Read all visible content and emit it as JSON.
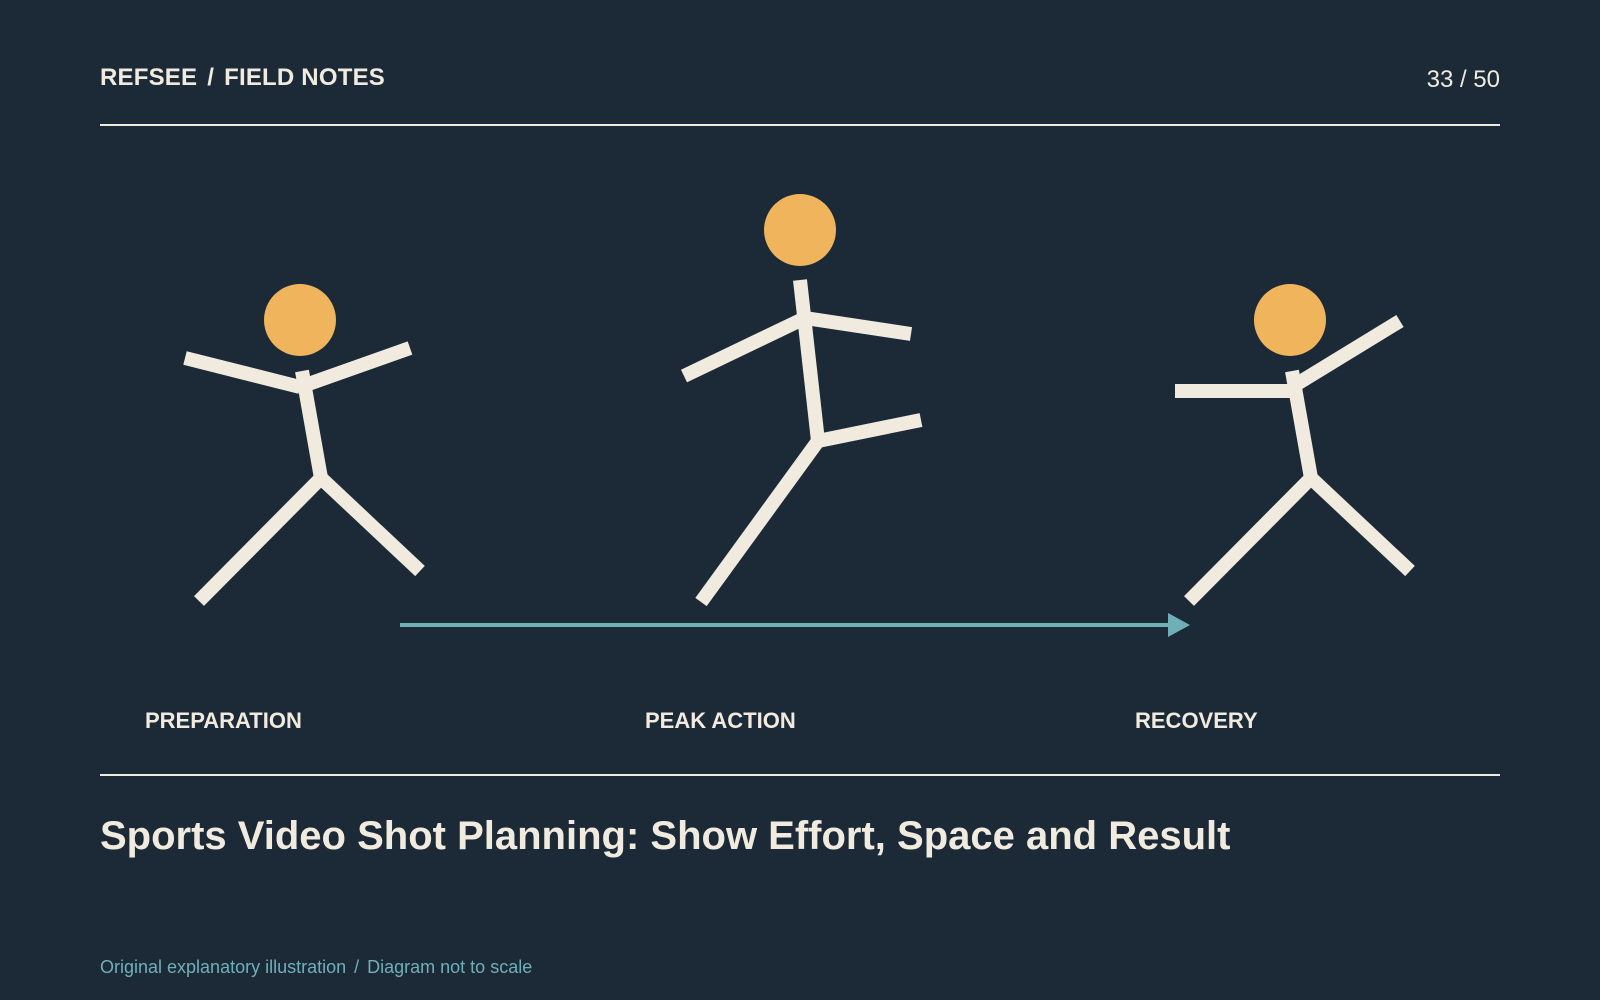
{
  "header": {
    "brand": "REFSEE",
    "section": "FIELD NOTES",
    "separator": "/",
    "page_counter": "33 / 50"
  },
  "phases": [
    {
      "label": "PREPARATION"
    },
    {
      "label": "PEAK ACTION"
    },
    {
      "label": "RECOVERY"
    }
  ],
  "title": "Sports Video Shot Planning: Show Effort, Space and Result",
  "footer": {
    "note": "Original explanatory illustration",
    "separator": "/",
    "scale_note": "Diagram not to scale"
  },
  "colors": {
    "background": "#1b2a36",
    "figure": "#f1ebdf",
    "head": "#f0b55c",
    "arrow": "#6fb0b8"
  }
}
